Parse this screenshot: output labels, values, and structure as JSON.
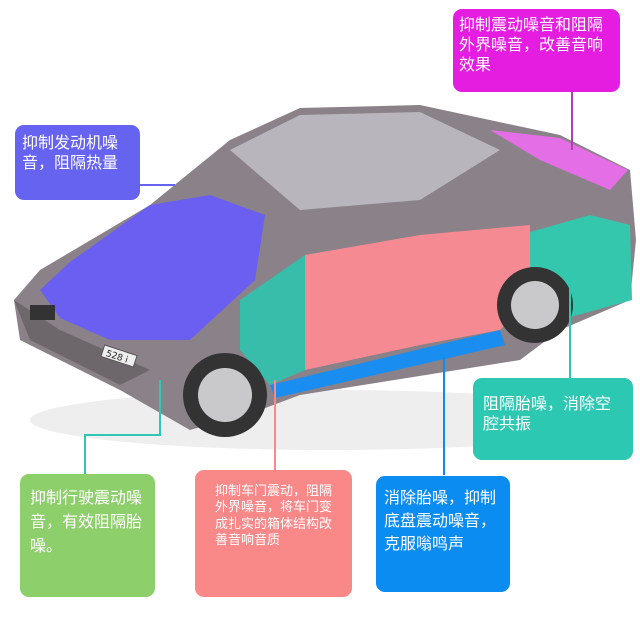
{
  "labels": {
    "roof": "抑制震动噪音和阻隔外界噪音，改善音响效果",
    "hood": "抑制发动机噪音，阻隔热量",
    "rear_wheel": "阻隔胎噪，消除空腔共振",
    "front_wheel": "抑制行驶震动噪音，有效阻隔胎噪。",
    "door": "抑制车门震动，阻隔外界噪音，将车门变成扎实的箱体结构改善音响音质",
    "floor": "消除胎噪，抑制底盘震动噪音，克服嗡鸣声"
  },
  "plate": "528 i",
  "colors": {
    "roof": "#e41de0",
    "hood": "#6563ef",
    "rear_wheel": "#2cc8b2",
    "front_wheel": "#8dcf6a",
    "door": "#f98888",
    "floor": "#0b8cf0"
  }
}
